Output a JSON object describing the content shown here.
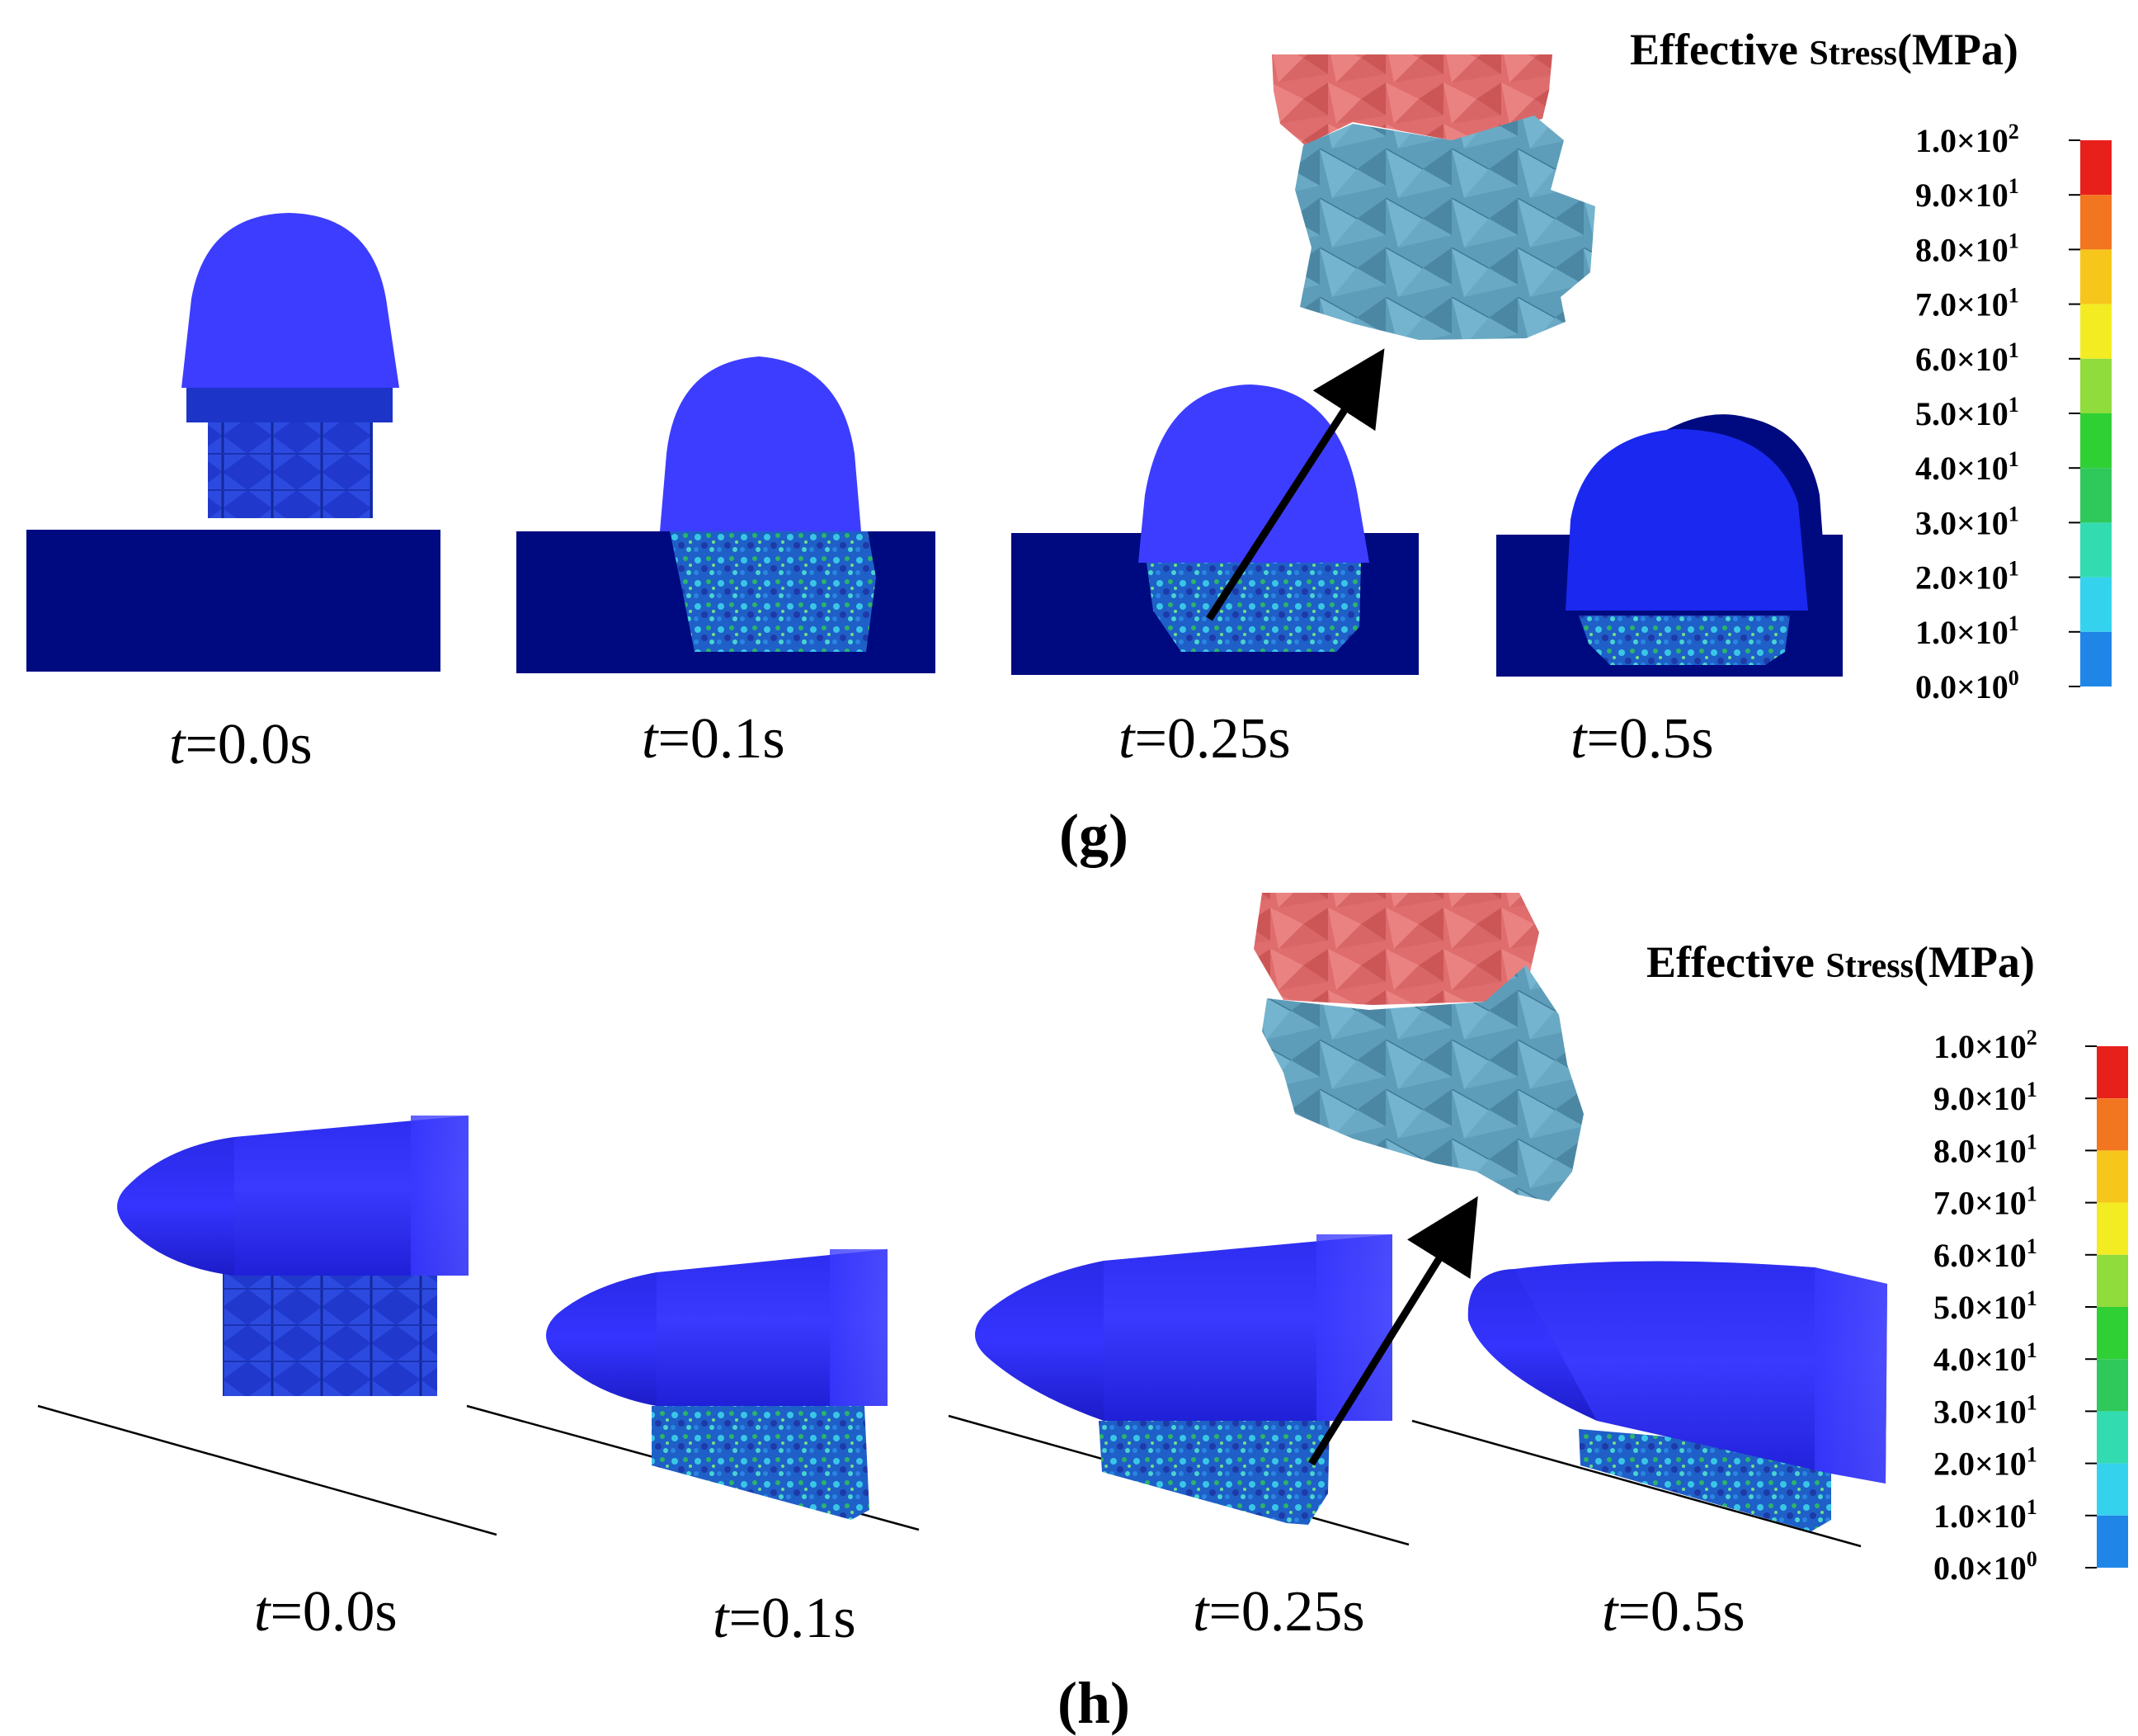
{
  "panel_g": {
    "legend_title": "Effective Stress(MPa)",
    "legend_title_parts": [
      "Effective ",
      "Stress",
      "(MPa)"
    ],
    "colorbar": [
      {
        "mantissa": "1.0×10",
        "exp": "2",
        "color": "#e8201c"
      },
      {
        "mantissa": "9.0×10",
        "exp": "1",
        "color": "#f2751f"
      },
      {
        "mantissa": "8.0×10",
        "exp": "1",
        "color": "#f7c61a"
      },
      {
        "mantissa": "7.0×10",
        "exp": "1",
        "color": "#f3ec22"
      },
      {
        "mantissa": "6.0×10",
        "exp": "1",
        "color": "#8fdc3c"
      },
      {
        "mantissa": "5.0×10",
        "exp": "1",
        "color": "#2fd034"
      },
      {
        "mantissa": "4.0×10",
        "exp": "1",
        "color": "#2fc85a"
      },
      {
        "mantissa": "3.0×10",
        "exp": "1",
        "color": "#33dcb0"
      },
      {
        "mantissa": "2.0×10",
        "exp": "1",
        "color": "#35d2ee"
      },
      {
        "mantissa": "1.0×10",
        "exp": "1",
        "color": "#1f86e8"
      },
      {
        "mantissa": "0.0×10",
        "exp": "0",
        "color": "#1430dc"
      }
    ],
    "timesteps": [
      {
        "t": "t",
        "value": "=0.0s"
      },
      {
        "t": "t",
        "value": "=0.1s"
      },
      {
        "t": "t",
        "value": "=0.25s"
      },
      {
        "t": "t",
        "value": "=0.5s"
      }
    ],
    "label": "(g)"
  },
  "panel_h": {
    "legend_title": "Effective Stress(MPa)",
    "legend_title_parts": [
      "Effective ",
      "Stress",
      "(MPa)"
    ],
    "colorbar": [
      {
        "mantissa": "1.0×10",
        "exp": "2",
        "color": "#e8201c"
      },
      {
        "mantissa": "9.0×10",
        "exp": "1",
        "color": "#f2751f"
      },
      {
        "mantissa": "8.0×10",
        "exp": "1",
        "color": "#f7c61a"
      },
      {
        "mantissa": "7.0×10",
        "exp": "1",
        "color": "#f3ec22"
      },
      {
        "mantissa": "6.0×10",
        "exp": "1",
        "color": "#8fdc3c"
      },
      {
        "mantissa": "5.0×10",
        "exp": "1",
        "color": "#2fd034"
      },
      {
        "mantissa": "4.0×10",
        "exp": "1",
        "color": "#2fc85a"
      },
      {
        "mantissa": "3.0×10",
        "exp": "1",
        "color": "#33dcb0"
      },
      {
        "mantissa": "2.0×10",
        "exp": "1",
        "color": "#35d2ee"
      },
      {
        "mantissa": "1.0×10",
        "exp": "1",
        "color": "#1f86e8"
      },
      {
        "mantissa": "0.0×10",
        "exp": "0",
        "color": "#1430dc"
      }
    ],
    "timesteps": [
      {
        "t": "t",
        "value": "=0.0s"
      },
      {
        "t": "t",
        "value": "=0.1s"
      },
      {
        "t": "t",
        "value": "=0.25s"
      },
      {
        "t": "t",
        "value": "=0.5s"
      }
    ],
    "label": "(h)"
  },
  "colors": {
    "ground": "#000a80",
    "body": "#3d3dff",
    "body_dark": "#1a1ad8",
    "core": "#1f3bd0",
    "fracture_top": "#e06d6d",
    "fracture_bottom": "#5d9db9",
    "arrow": "#000000"
  }
}
